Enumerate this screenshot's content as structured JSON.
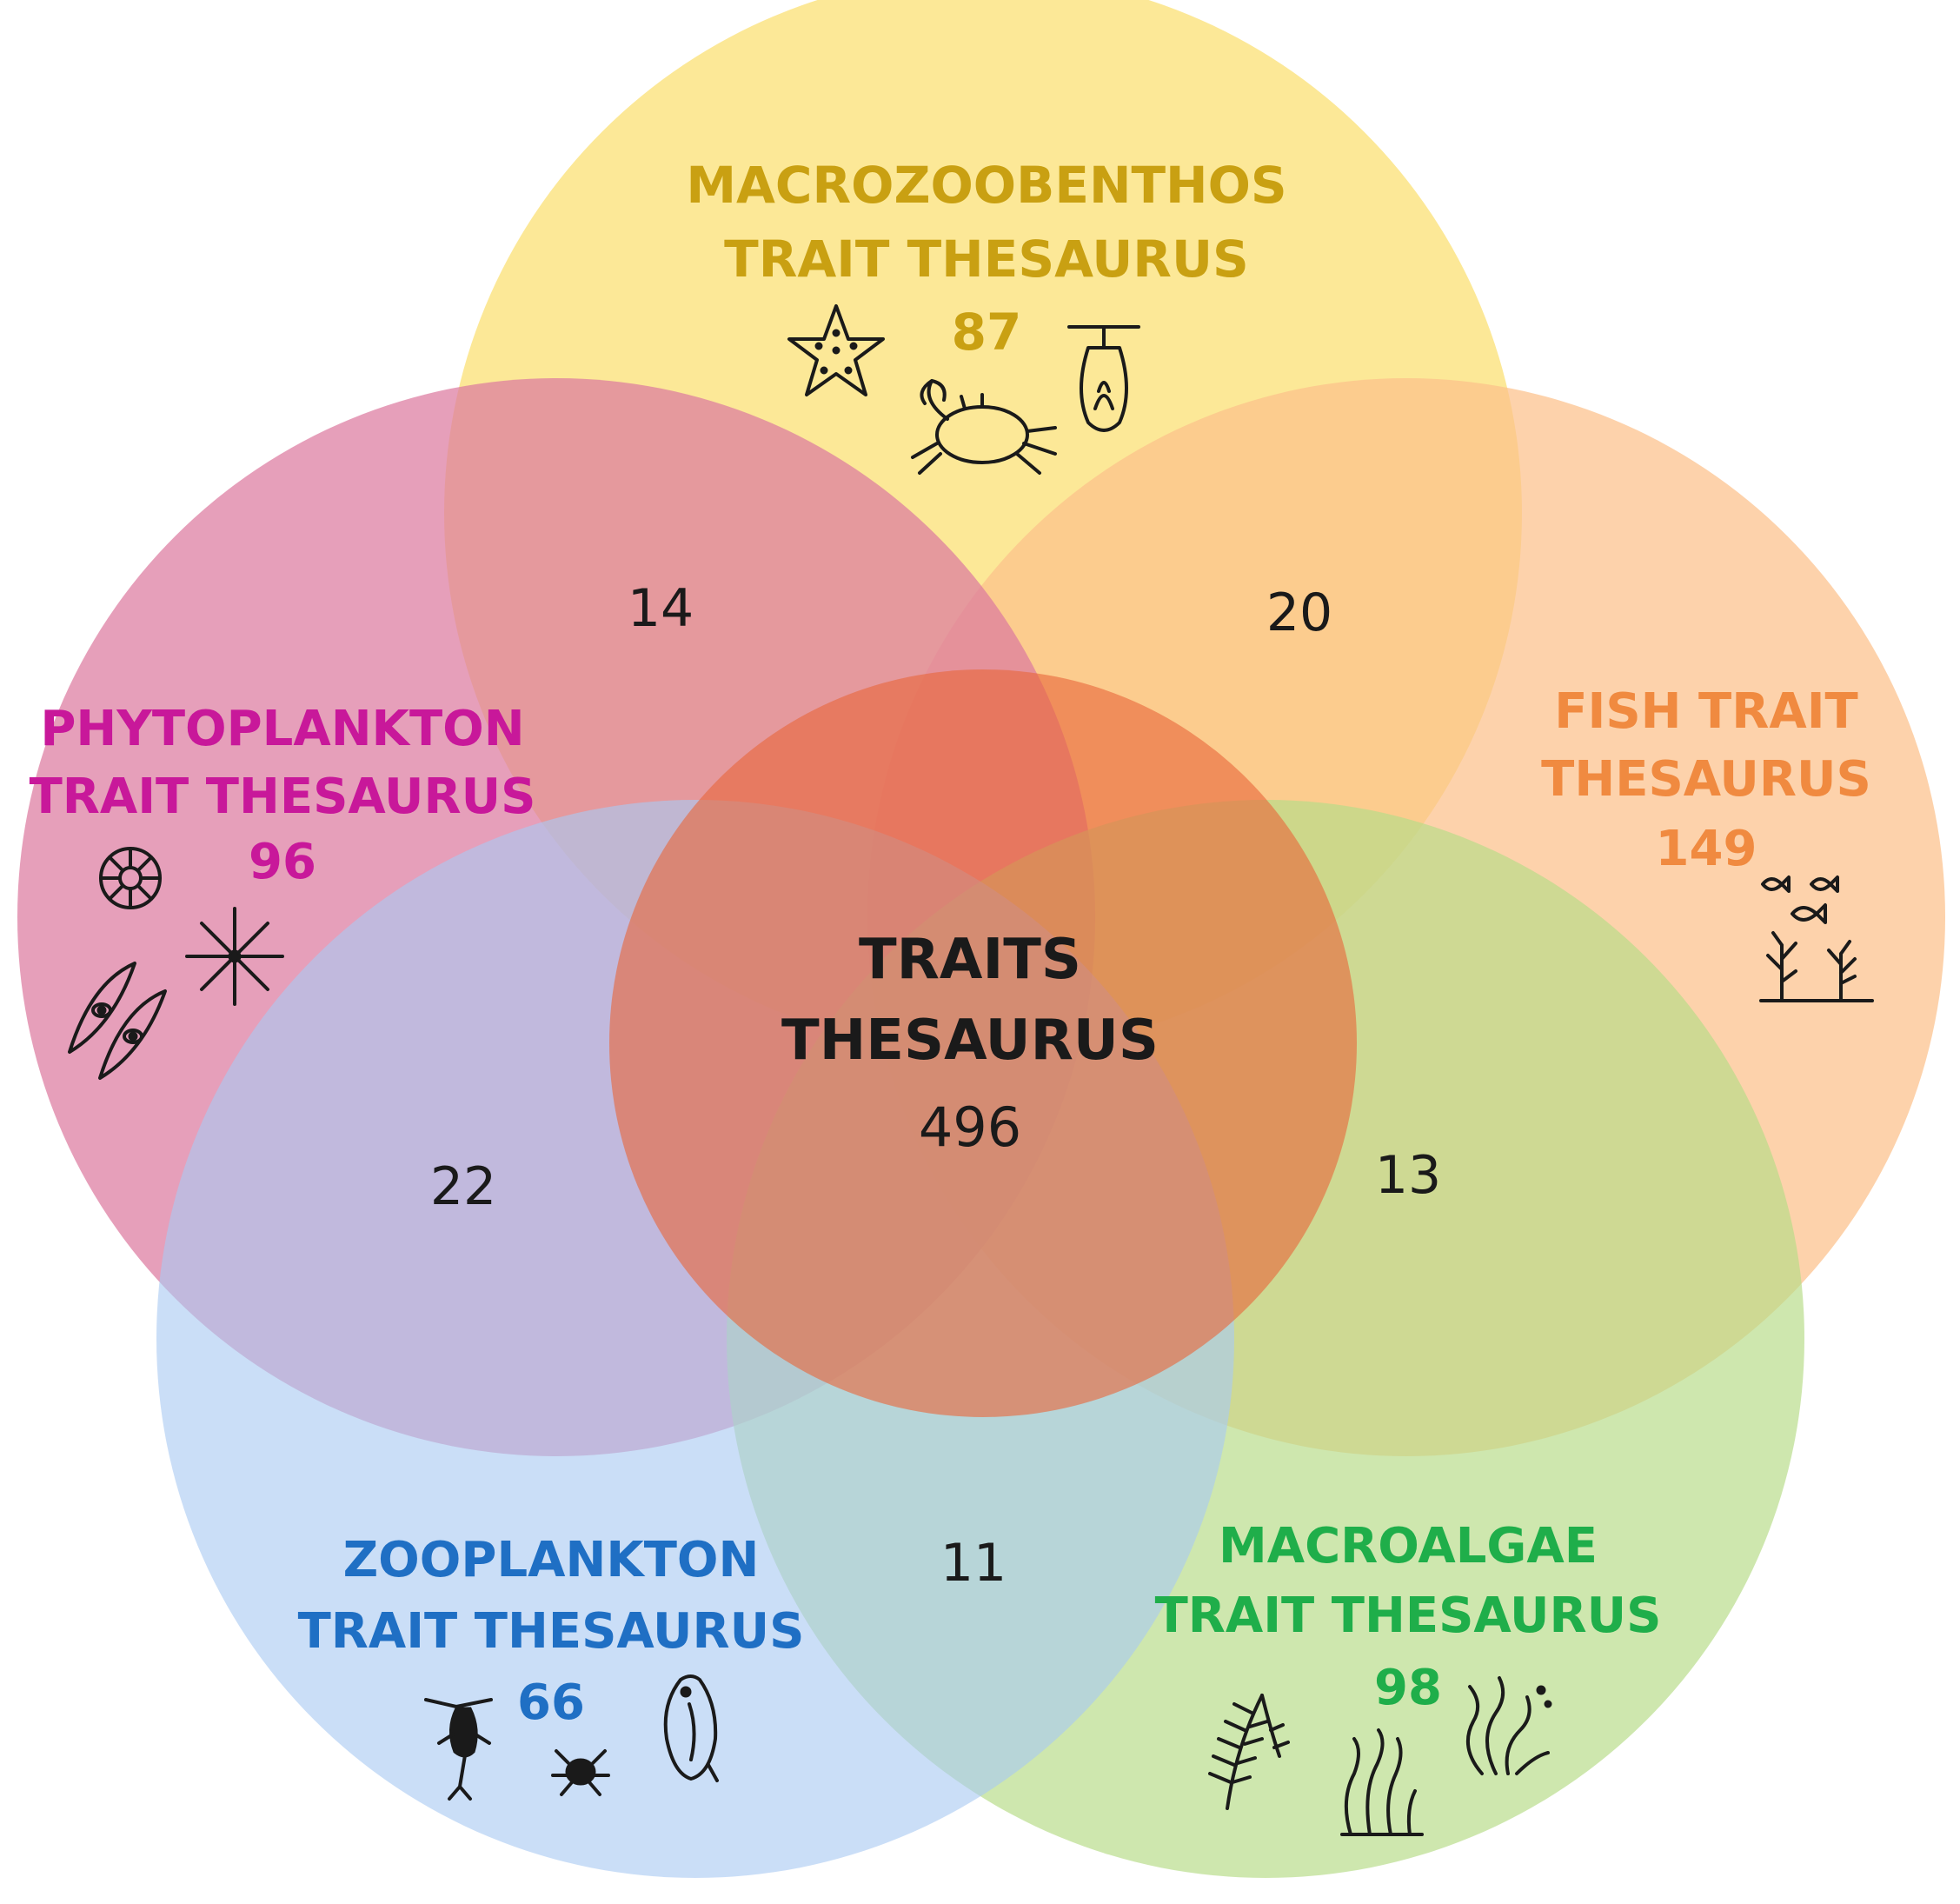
{
  "diagram": {
    "type": "venn",
    "sets": [
      {
        "key": "macrozoobenthos",
        "line1": "MACROZOOBENTHOS",
        "line2": "TRAIT THESAURUS",
        "count": "87",
        "color": "#fbe27a",
        "label_color": "#c9a012",
        "icons": [
          "starfish-icon",
          "crab-icon",
          "mussel-icon"
        ]
      },
      {
        "key": "phytoplankton",
        "line1": "PHYTOPLANKTON",
        "line2": "TRAIT THESAURUS",
        "count": "96",
        "color": "#dc7aa0",
        "label_color": "#c8189a",
        "icons": [
          "diatom-disc-icon",
          "star-diatom-icon",
          "pennate-diatom-icon"
        ]
      },
      {
        "key": "fish",
        "line1": "FISH TRAIT",
        "line2": "THESAURUS",
        "count": "149",
        "color": "#fcc08a",
        "label_color": "#f08a40",
        "icons": [
          "fish-reef-icon"
        ]
      },
      {
        "key": "zooplankton",
        "line1": "ZOOPLANKTON",
        "line2": "TRAIT THESAURUS",
        "count": "66",
        "color": "#a9caf2",
        "label_color": "#1f6fc4",
        "icons": [
          "copepod-icon",
          "nauplius-icon",
          "daphnia-icon"
        ]
      },
      {
        "key": "macroalgae",
        "line1": "MACROALGAE",
        "line2": "TRAIT THESAURUS",
        "count": "98",
        "color": "#b7dc88",
        "label_color": "#1fae4a",
        "icons": [
          "branched-seaweed-icon",
          "kelp-icon",
          "wavy-algae-icon"
        ]
      }
    ],
    "center": {
      "line1": "TRAITS",
      "line2": "THESAURUS",
      "count": "496",
      "color": "#e8683c",
      "label_color": "#1a1a1a"
    },
    "overlaps": [
      {
        "key": "macrozoobenthos-phytoplankton",
        "count": "14"
      },
      {
        "key": "macrozoobenthos-fish",
        "count": "20"
      },
      {
        "key": "phytoplankton-zooplankton",
        "count": "22"
      },
      {
        "key": "fish-macroalgae",
        "count": "13"
      },
      {
        "key": "zooplankton-macroalgae",
        "count": "11"
      }
    ]
  }
}
